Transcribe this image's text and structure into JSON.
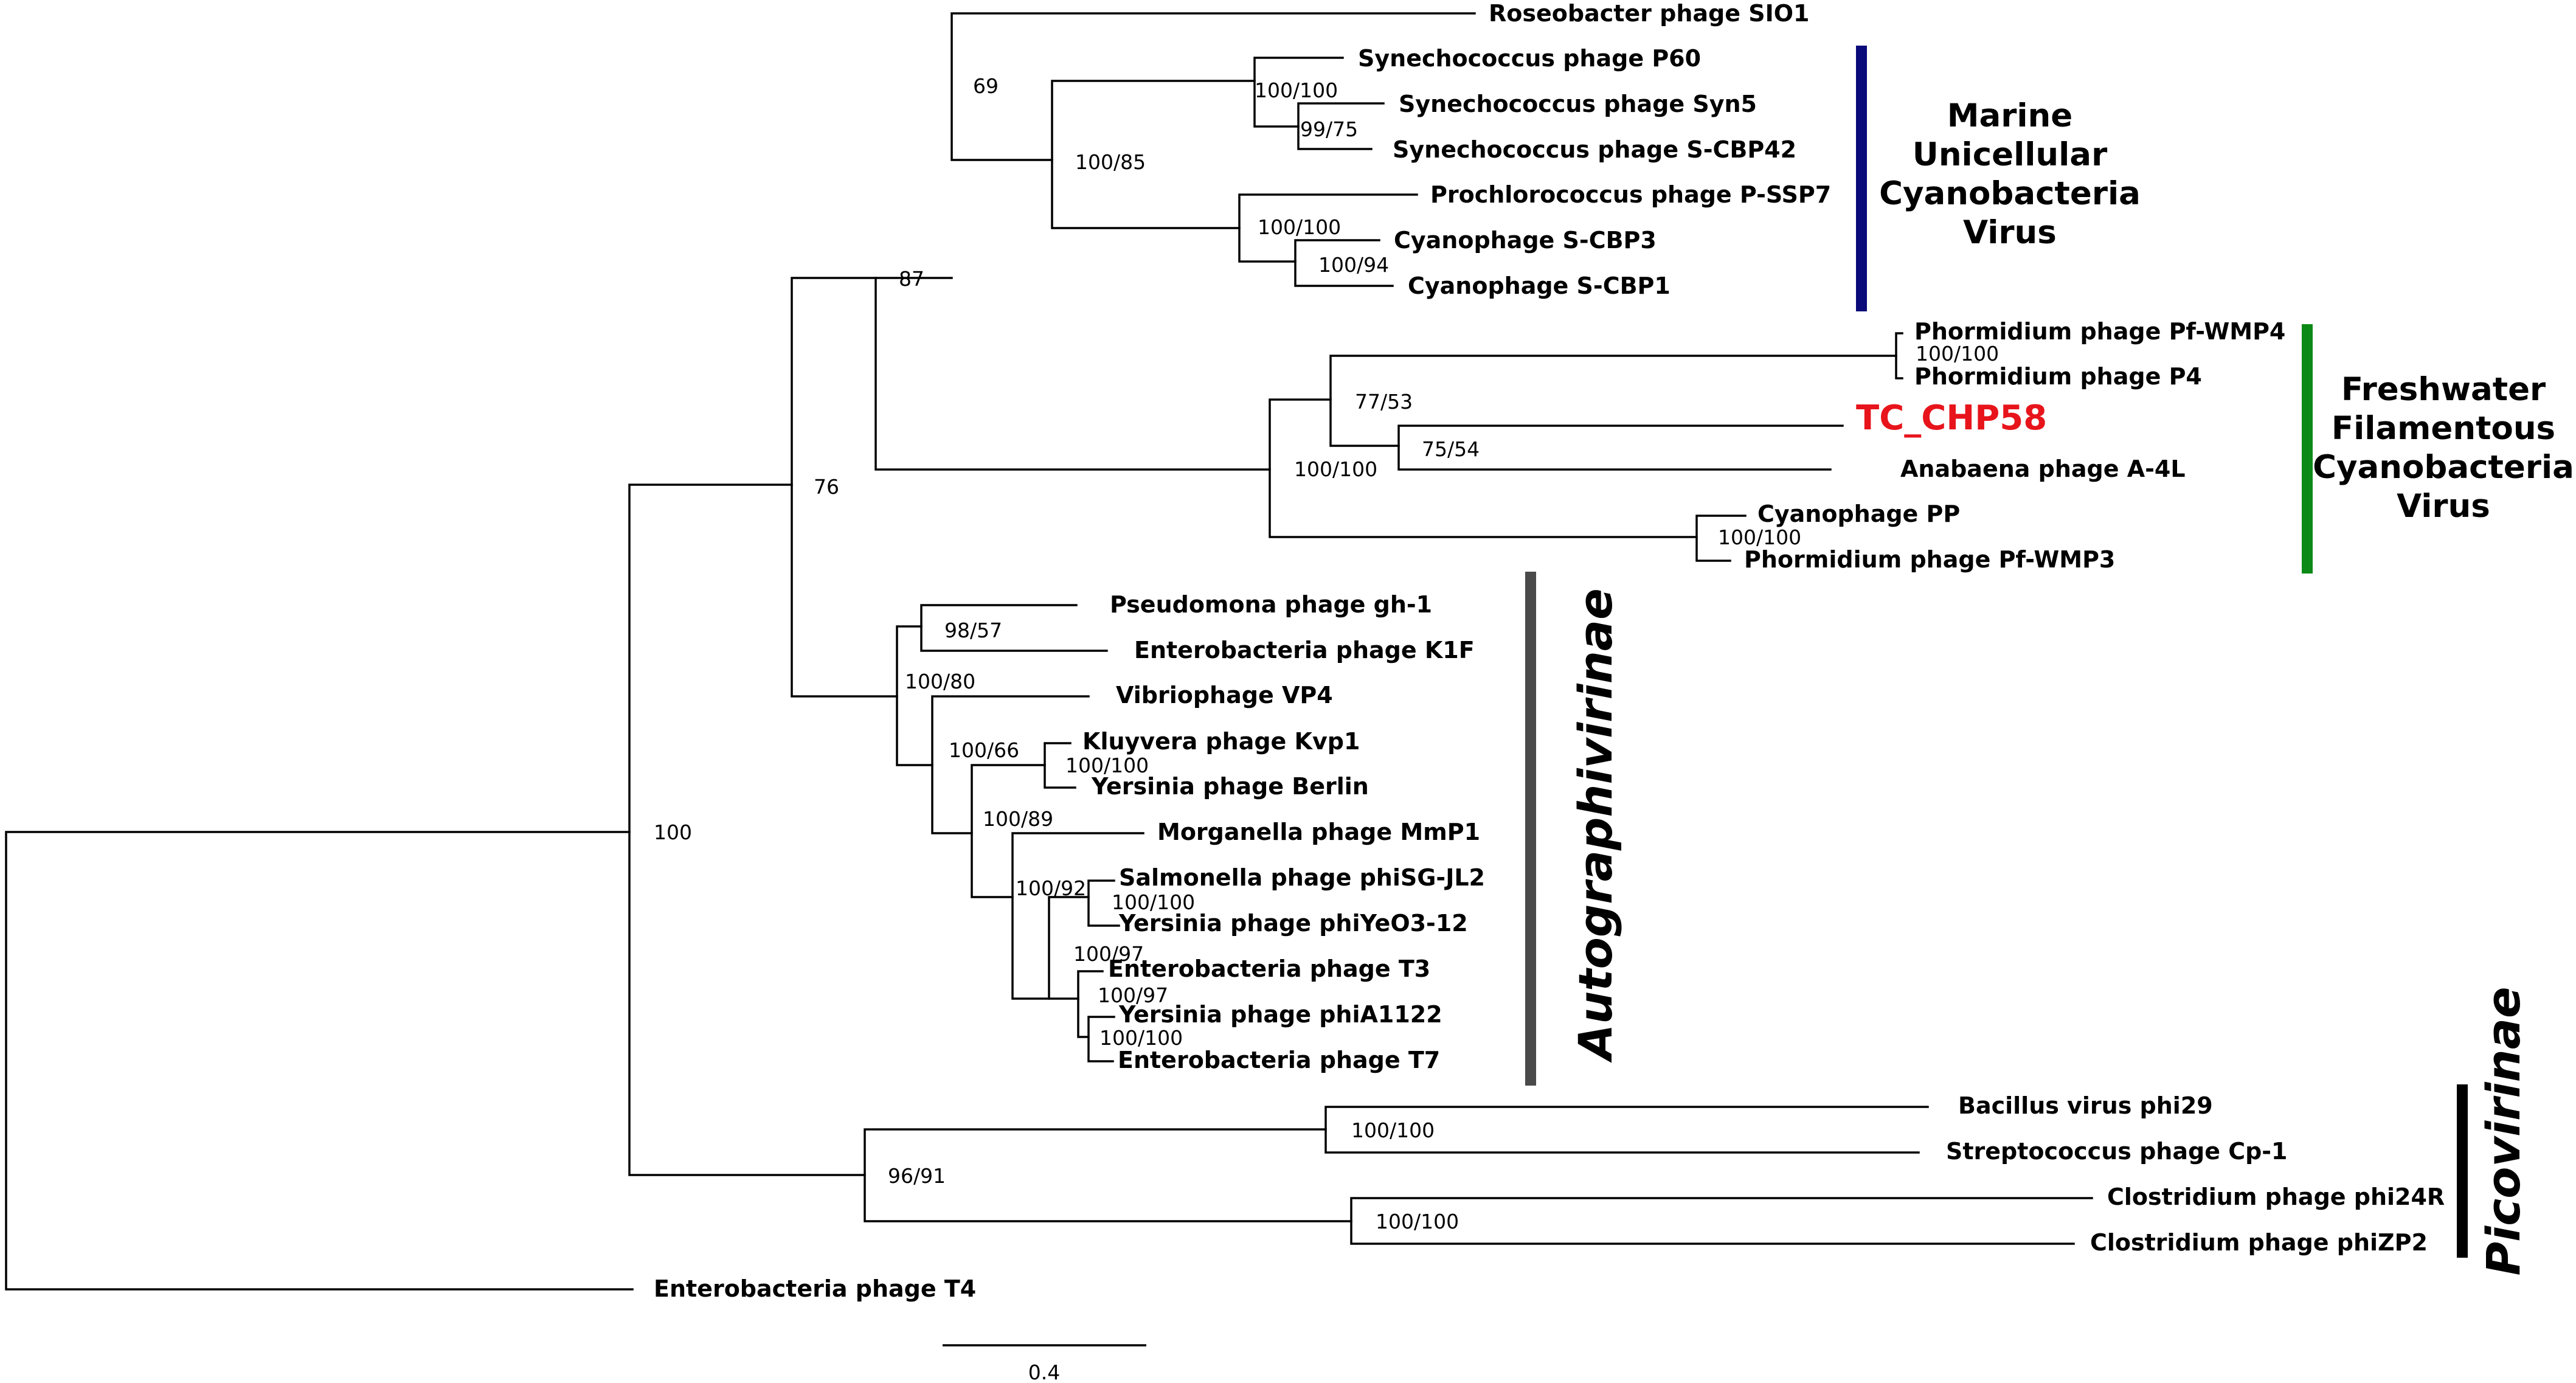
{
  "colors": {
    "branch": "#000000",
    "highlight": "#e8141b",
    "marine_bar": "#0a0a7a",
    "freshwater_bar": "#0b8a17",
    "autographivirinae_bar": "#4a4a4a",
    "picovirinae_bar": "#000000"
  },
  "leaves": [
    {
      "id": "roseobacter",
      "label": "Roseobacter phage SIO1"
    },
    {
      "id": "syn_p60",
      "label": "Synechococcus phage P60"
    },
    {
      "id": "syn_syn5",
      "label": "Synechococcus phage Syn5"
    },
    {
      "id": "syn_scbp42",
      "label": "Synechococcus phage S-CBP42"
    },
    {
      "id": "pro_pssp7",
      "label": "Prochlorococcus phage P-SSP7"
    },
    {
      "id": "cyano_scbp3",
      "label": "Cyanophage S-CBP3"
    },
    {
      "id": "cyano_scbp1",
      "label": "Cyanophage S-CBP1"
    },
    {
      "id": "phorm_wmp4",
      "label": "Phormidium phage Pf-WMP4"
    },
    {
      "id": "phorm_p4",
      "label": "Phormidium phage P4"
    },
    {
      "id": "tc_chp58",
      "label": "TC_CHP58"
    },
    {
      "id": "anabaena",
      "label": "Anabaena phage A-4L"
    },
    {
      "id": "cyano_pp",
      "label": "Cyanophage PP"
    },
    {
      "id": "phorm_wmp3",
      "label": "Phormidium phage Pf-WMP3"
    },
    {
      "id": "pseudomona",
      "label": "Pseudomona phage gh-1"
    },
    {
      "id": "entero_k1f",
      "label": "Enterobacteria phage K1F"
    },
    {
      "id": "vibrio_vp4",
      "label": "Vibriophage VP4"
    },
    {
      "id": "kluyvera",
      "label": "Kluyvera phage Kvp1"
    },
    {
      "id": "yersinia_berlin",
      "label": "Yersinia phage Berlin"
    },
    {
      "id": "morganella",
      "label": "Morganella phage MmP1"
    },
    {
      "id": "salmonella",
      "label": "Salmonella phage phiSG-JL2"
    },
    {
      "id": "yersinia_phiyeo3",
      "label": "Yersinia phage phiYeO3-12"
    },
    {
      "id": "entero_t3",
      "label": "Enterobacteria phage T3"
    },
    {
      "id": "yersinia_phia1122",
      "label": "Yersinia phage phiA1122"
    },
    {
      "id": "entero_t7",
      "label": "Enterobacteria phage T7"
    },
    {
      "id": "bacillus_phi29",
      "label": "Bacillus virus phi29"
    },
    {
      "id": "strep_cp1",
      "label": "Streptococcus phage Cp-1"
    },
    {
      "id": "clost_phi24r",
      "label": "Clostridium phage phi24R"
    },
    {
      "id": "clost_phizp2",
      "label": "Clostridium phage phiZP2"
    },
    {
      "id": "entero_t4",
      "label": "Enterobacteria phage T4"
    }
  ],
  "support_values": [
    {
      "id": "s69",
      "value": "69"
    },
    {
      "id": "s100_100_a",
      "value": "100/100"
    },
    {
      "id": "s99_75",
      "value": "99/75"
    },
    {
      "id": "s100_85",
      "value": "100/85"
    },
    {
      "id": "s100_100_b",
      "value": "100/100"
    },
    {
      "id": "s100_94",
      "value": "100/94"
    },
    {
      "id": "s87",
      "value": "87"
    },
    {
      "id": "s100_100_c",
      "value": "100/100"
    },
    {
      "id": "s77_53",
      "value": "77/53"
    },
    {
      "id": "s75_54",
      "value": "75/54"
    },
    {
      "id": "s100_100_d",
      "value": "100/100"
    },
    {
      "id": "s100_100_e",
      "value": "100/100"
    },
    {
      "id": "s76",
      "value": "76"
    },
    {
      "id": "s98_57",
      "value": "98/57"
    },
    {
      "id": "s100_80",
      "value": "100/80"
    },
    {
      "id": "s100_66",
      "value": "100/66"
    },
    {
      "id": "s100_100_f",
      "value": "100/100"
    },
    {
      "id": "s100_89",
      "value": "100/89"
    },
    {
      "id": "s100_92",
      "value": "100/92"
    },
    {
      "id": "s100_100_g",
      "value": "100/100"
    },
    {
      "id": "s100_97_a",
      "value": "100/97"
    },
    {
      "id": "s100_97_b",
      "value": "100/97"
    },
    {
      "id": "s100_100_h",
      "value": "100/100"
    },
    {
      "id": "s100",
      "value": "100"
    },
    {
      "id": "s100_100_i",
      "value": "100/100"
    },
    {
      "id": "s96_91",
      "value": "96/91"
    },
    {
      "id": "s100_100_j",
      "value": "100/100"
    }
  ],
  "groups": {
    "marine": [
      "Marine",
      "Unicellular",
      "Cyanobacteria",
      "Virus"
    ],
    "freshwater": [
      "Freshwater",
      "Filamentous",
      "Cyanobacteria",
      "Virus"
    ],
    "autographivirinae": "Autographivirinae",
    "picovirinae": "Picovirinae"
  },
  "scale_bar": {
    "label": "0.4"
  }
}
